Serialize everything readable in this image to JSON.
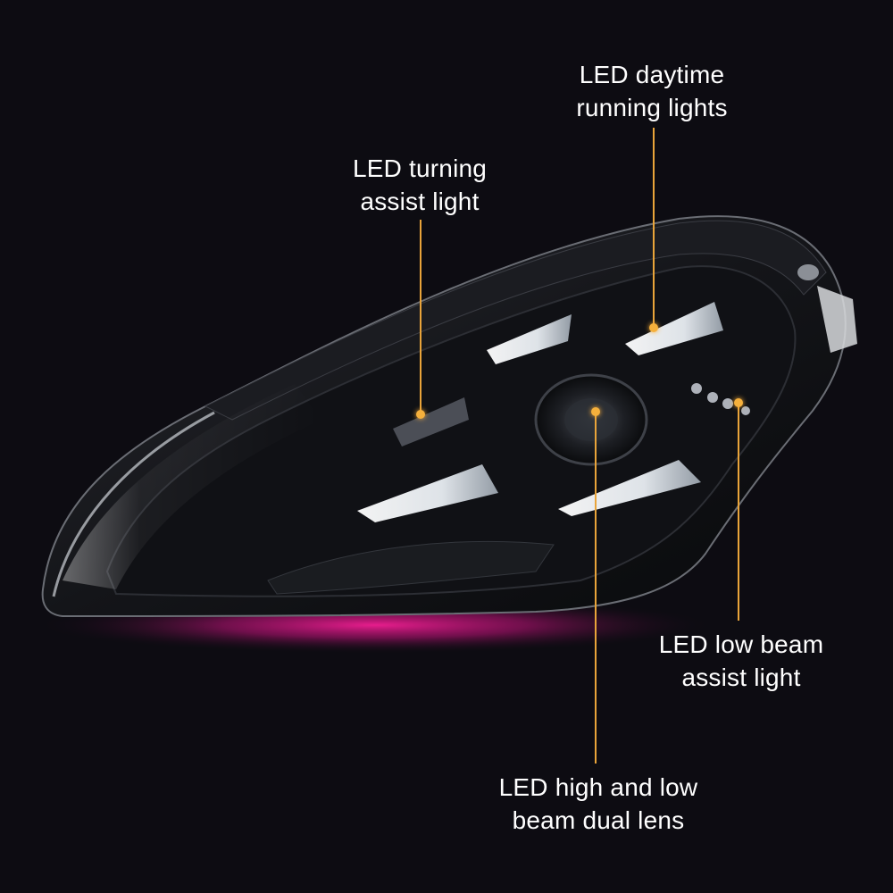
{
  "callouts": {
    "drl": {
      "line1": "LED daytime",
      "line2": "running lights"
    },
    "turning": {
      "line1": "LED turning",
      "line2": "assist light"
    },
    "low_beam_assist": {
      "line1": "LED low beam",
      "line2": "assist light"
    },
    "dual_lens": {
      "line1": "LED high and low",
      "line2": "beam dual lens"
    }
  },
  "colors": {
    "background": "#0d0c12",
    "leader": "#e9a43a",
    "glow": "#ff1f9a"
  }
}
